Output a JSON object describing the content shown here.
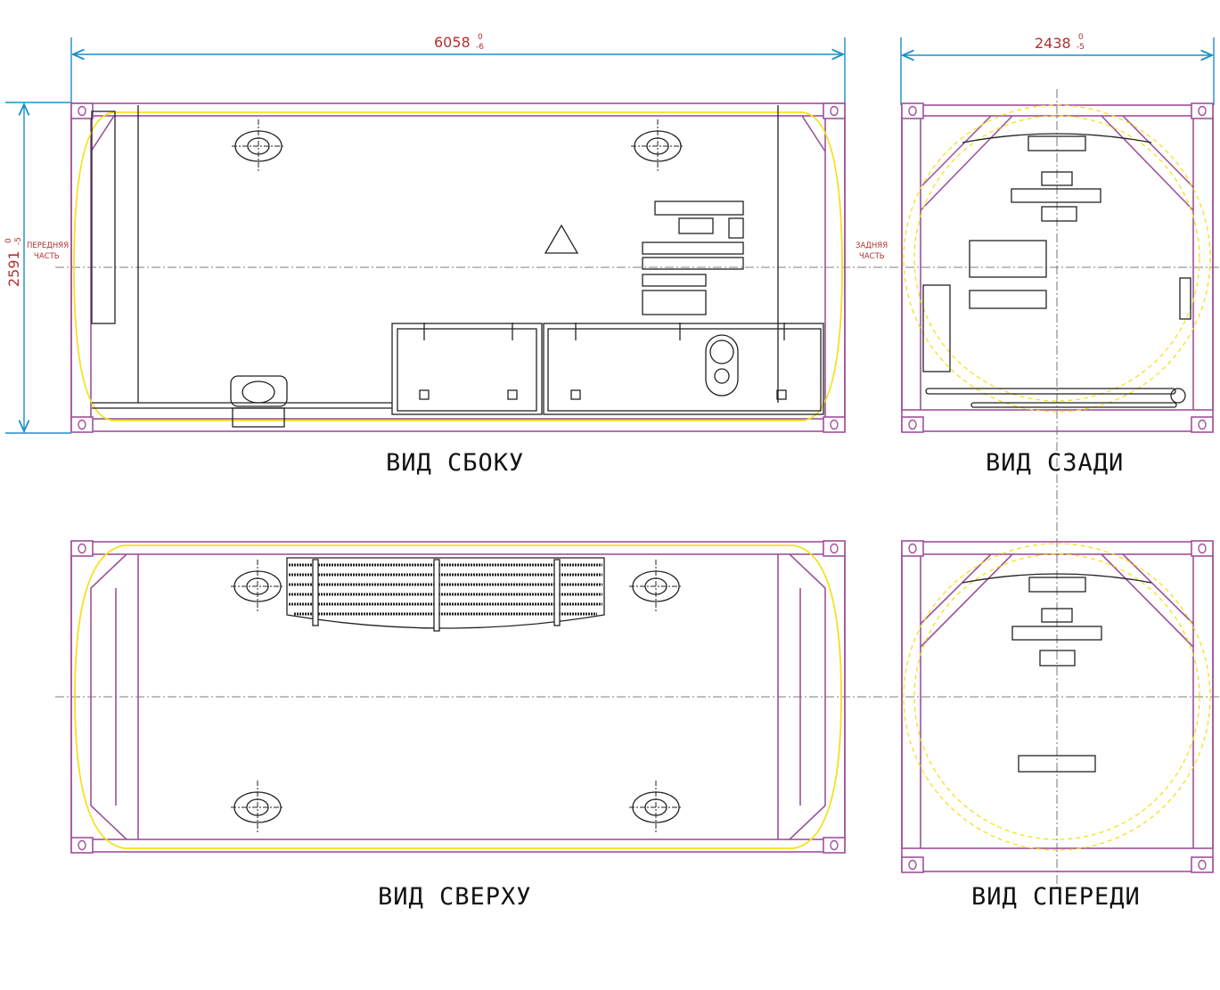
{
  "dimensions": {
    "length": {
      "value": "6058",
      "upper": "0",
      "lower": "-6"
    },
    "width": {
      "value": "2438",
      "upper": "0",
      "lower": "-5"
    },
    "height": {
      "value": "2591",
      "upper": "0",
      "lower": "-5"
    }
  },
  "notes": {
    "front_line1": "ПЕРЕДНЯЯ",
    "front_line2": "ЧАСТЬ",
    "rear_line1": "ЗАДНЯЯ",
    "rear_line2": "ЧАСТЬ"
  },
  "views": {
    "side": "ВИД СБОКУ",
    "rear": "ВИД СЗАДИ",
    "top": "ВИД СВЕРХУ",
    "front": "ВИД СПЕРЕДИ"
  },
  "colors": {
    "frame": "#a0509a",
    "tank": "#f2e21c",
    "dimension": "#1a8fc8",
    "dimension_text": "#b03030"
  }
}
